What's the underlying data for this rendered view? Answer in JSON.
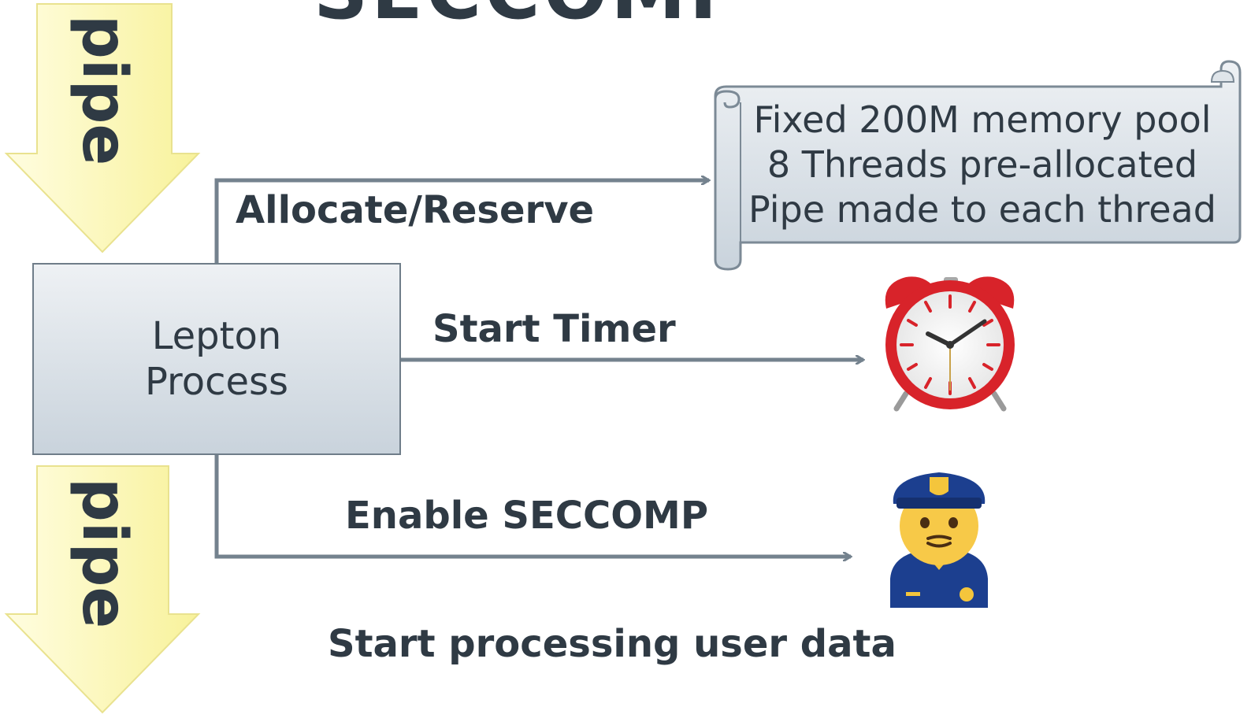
{
  "title": "SECCOMP",
  "pipes": {
    "top_label": "pipe",
    "bottom_label": "pipe"
  },
  "process": {
    "line1": "Lepton",
    "line2": "Process"
  },
  "arrows": {
    "allocate": "Allocate/Reserve",
    "timer": "Start Timer",
    "seccomp": "Enable SECCOMP",
    "processing": "Start processing user data"
  },
  "scroll": {
    "line1": "Fixed 200M memory pool",
    "line2": "8 Threads pre-allocated",
    "line3": "Pipe made to each thread"
  },
  "icons": {
    "timer": "alarm-clock-icon",
    "police": "police-officer-icon"
  },
  "colors": {
    "pipe_fill": "#fcf8b8",
    "pipe_stroke": "#e9e28f",
    "connector": "#74828e",
    "box_border": "#6f7d89",
    "clock_red": "#d8232a",
    "police_blue": "#1c3f8f"
  }
}
